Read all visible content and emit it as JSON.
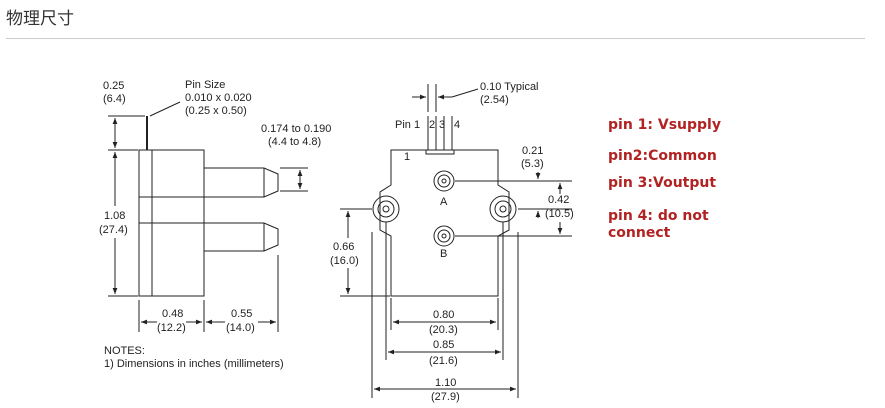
{
  "page": {
    "title": "物理尺寸"
  },
  "side_view": {
    "top_dim": {
      "inch": "0.25",
      "mm": "(6.4)"
    },
    "pin_size": {
      "label": "Pin Size",
      "inch": "0.010 x 0.020",
      "mm": "(0.25 x 0.50)"
    },
    "pin_len": {
      "inch": "0.174 to 0.190",
      "mm": "(4.4 to 4.8)"
    },
    "height": {
      "inch": "1.08",
      "mm": "(27.4)"
    },
    "body_w": {
      "inch": "0.48",
      "mm": "(12.2)"
    },
    "pin_w": {
      "inch": "0.55",
      "mm": "(14.0)"
    }
  },
  "notes": {
    "heading": "NOTES:",
    "line1": "1) Dimensions  in inches (millimeters)"
  },
  "front_view": {
    "pin_spacing": {
      "inch": "0.10 Typical",
      "mm": "(2.54)"
    },
    "pin_labels": {
      "prefix": "Pin 1",
      "p2": "2",
      "p3": "3",
      "p4": "4"
    },
    "dim_021": {
      "inch": "0.21",
      "mm": "(5.3)"
    },
    "dim_042": {
      "inch": "0.42",
      "mm": "(10.5)"
    },
    "dim_066": {
      "inch": "0.66",
      "mm": "(16.0)"
    },
    "port_a": "A",
    "port_b": "B",
    "pin1_marker": "1",
    "dim_080": {
      "inch": "0.80",
      "mm": "(20.3)"
    },
    "dim_085": {
      "inch": "0.85",
      "mm": "(21.6)"
    },
    "dim_110": {
      "inch": "1.10",
      "mm": "(27.9)"
    }
  },
  "pin_notes": {
    "pin1": "pin 1: Vsupply",
    "pin2": "pin2:Common",
    "pin3": "pin 3:Voutput",
    "pin4_line1": "pin 4: do not",
    "pin4_line2": "connect"
  },
  "colors": {
    "note_red": "#b22222",
    "line": "#222222"
  }
}
